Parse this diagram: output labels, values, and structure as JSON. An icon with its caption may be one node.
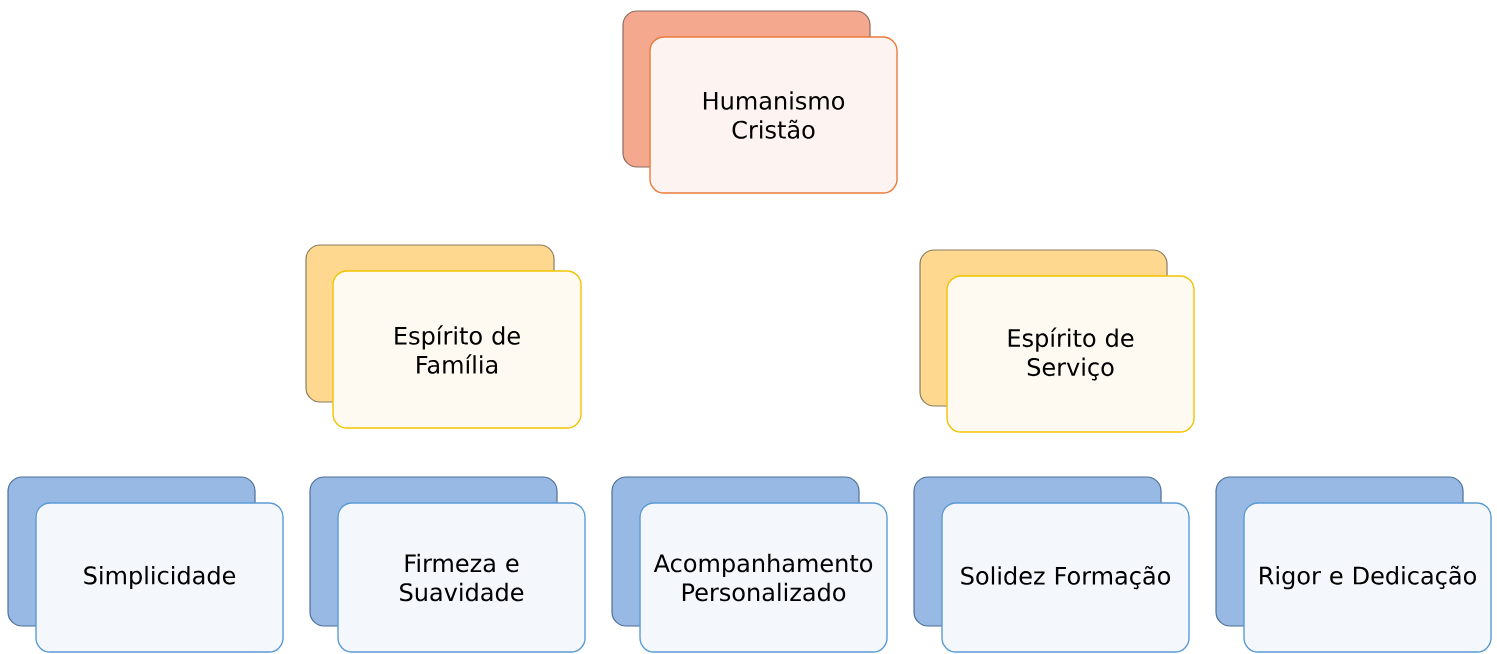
{
  "diagram": {
    "nodes": [
      {
        "text": [
          "Humanismo Cristão"
        ]
      },
      {
        "text": [
          "Espírito de Família"
        ]
      },
      {
        "text": [
          "Espírito de Serviço"
        ]
      },
      {
        "text": [
          "Simplicidade"
        ]
      },
      {
        "text": [
          "Firmeza e Suavidade"
        ]
      },
      {
        "text": [
          "Acompanhamento Personalizado"
        ]
      },
      {
        "text": [
          "Solidez Formação"
        ]
      },
      {
        "text": [
          "Rigor e Dedicação"
        ]
      }
    ]
  }
}
